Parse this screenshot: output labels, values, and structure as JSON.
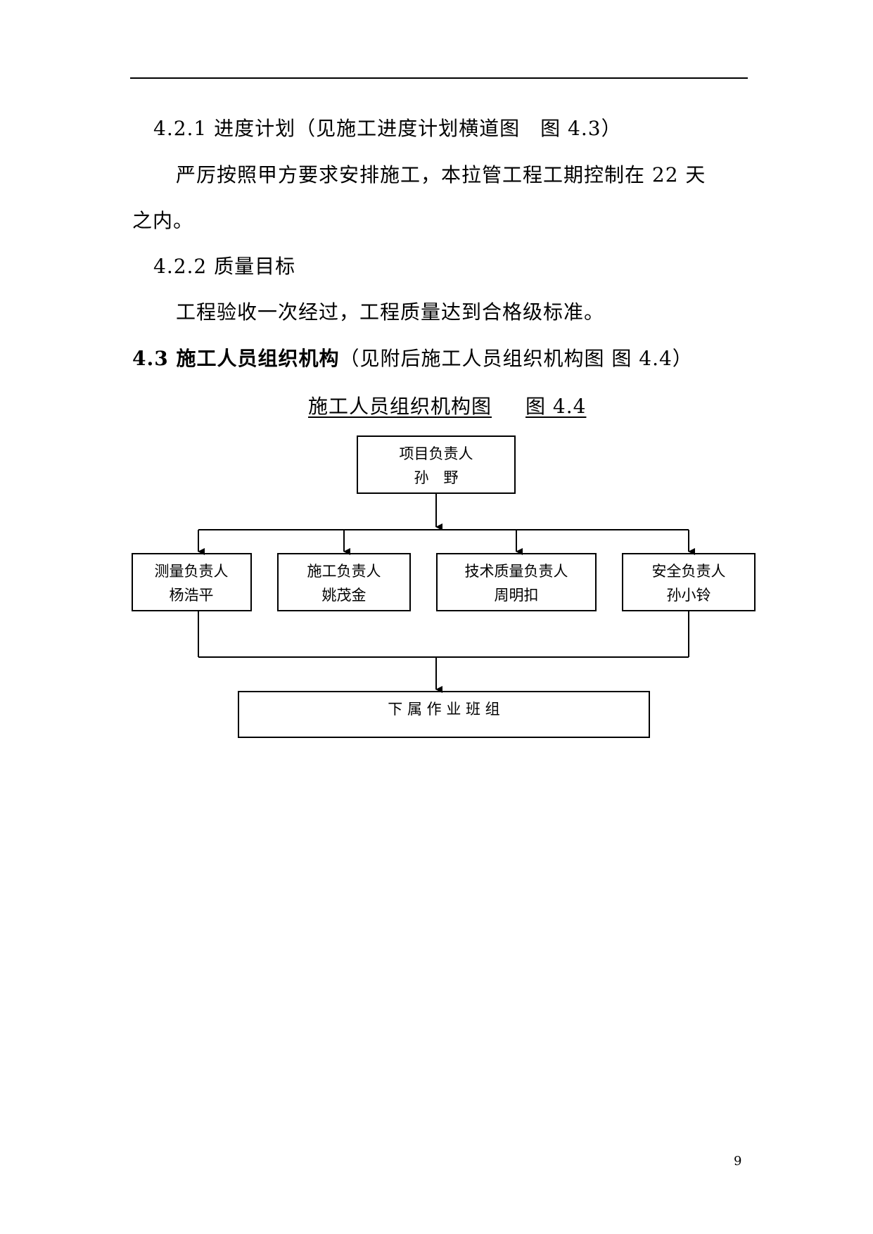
{
  "section_421": {
    "heading": "4.2.1 进度计划（见施工进度计划横道图　图 4.3）",
    "para_line1": "严厉按照甲方要求安排施工，本拉管工程工期控制在 22 天",
    "para_line2": "之内。"
  },
  "section_422": {
    "heading": "4.2.2 质量目标",
    "para": "工程验收一次经过，工程质量达到合格级标准。"
  },
  "section_43": {
    "heading_bold": "4.3 施工人员组织机构",
    "heading_rest": "（见附后施工人员组织机构图 图 4.4）"
  },
  "figure": {
    "caption_title": "施工人员组织机构图",
    "caption_fig": "图 4.4"
  },
  "org_chart": {
    "top": {
      "role": "项目负责人",
      "name": "孙　野"
    },
    "middle": [
      {
        "role": "测量负责人",
        "name": "杨浩平"
      },
      {
        "role": "施工负责人",
        "name": "姚茂金"
      },
      {
        "role": "技术质量负责人",
        "name": "周明扣"
      },
      {
        "role": "安全负责人",
        "name": "孙小铃"
      }
    ],
    "bottom": {
      "label": "下 属 作 业 班 组"
    }
  },
  "footer": {
    "page_number": "9"
  }
}
